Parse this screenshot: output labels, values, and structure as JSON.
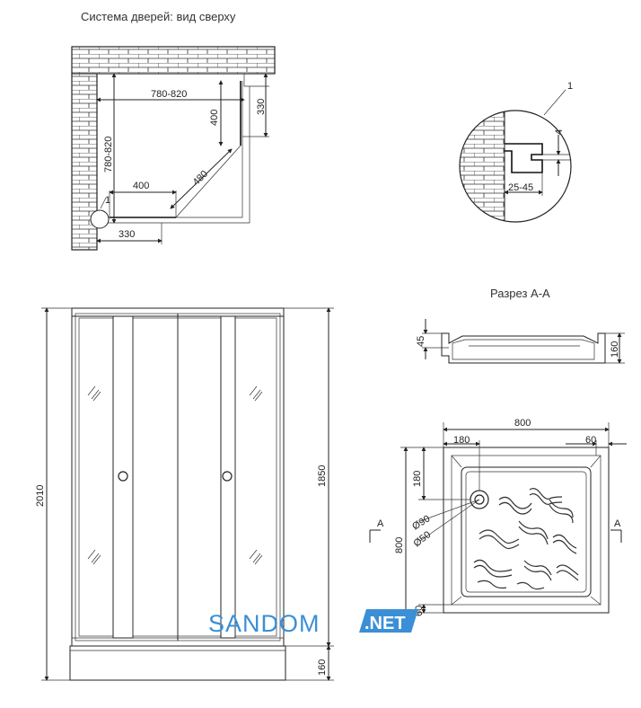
{
  "titles": {
    "top_view": "Система дверей: вид сверху",
    "section": "Разрез А-А"
  },
  "top_view_dims": {
    "width_range": "780-820",
    "depth_range": "780-820",
    "door_400_top": "400",
    "side_330_top": "330",
    "diag_480": "480",
    "door_400_bottom": "400",
    "side_330_bottom": "330",
    "callout_1": "1"
  },
  "detail_dims": {
    "callout_1": "1",
    "gap_4": "4",
    "range_25_45": "25-45"
  },
  "front_dims": {
    "total_height": "2010",
    "cabin_height": "1850",
    "tray_height": "160"
  },
  "section_dims": {
    "depth_45": "45",
    "height_160": "160",
    "marker_a_left": "A",
    "marker_a_right": "A"
  },
  "tray_dims": {
    "width_800": "800",
    "offset_180_top": "180",
    "offset_60_top": "60",
    "offset_180_left": "180",
    "height_800": "800",
    "offset_60_left": "60",
    "drain_90": "Ø90",
    "drain_50": "Ø50"
  },
  "watermark": {
    "text": "SANDOM",
    "badge": ".NET"
  }
}
